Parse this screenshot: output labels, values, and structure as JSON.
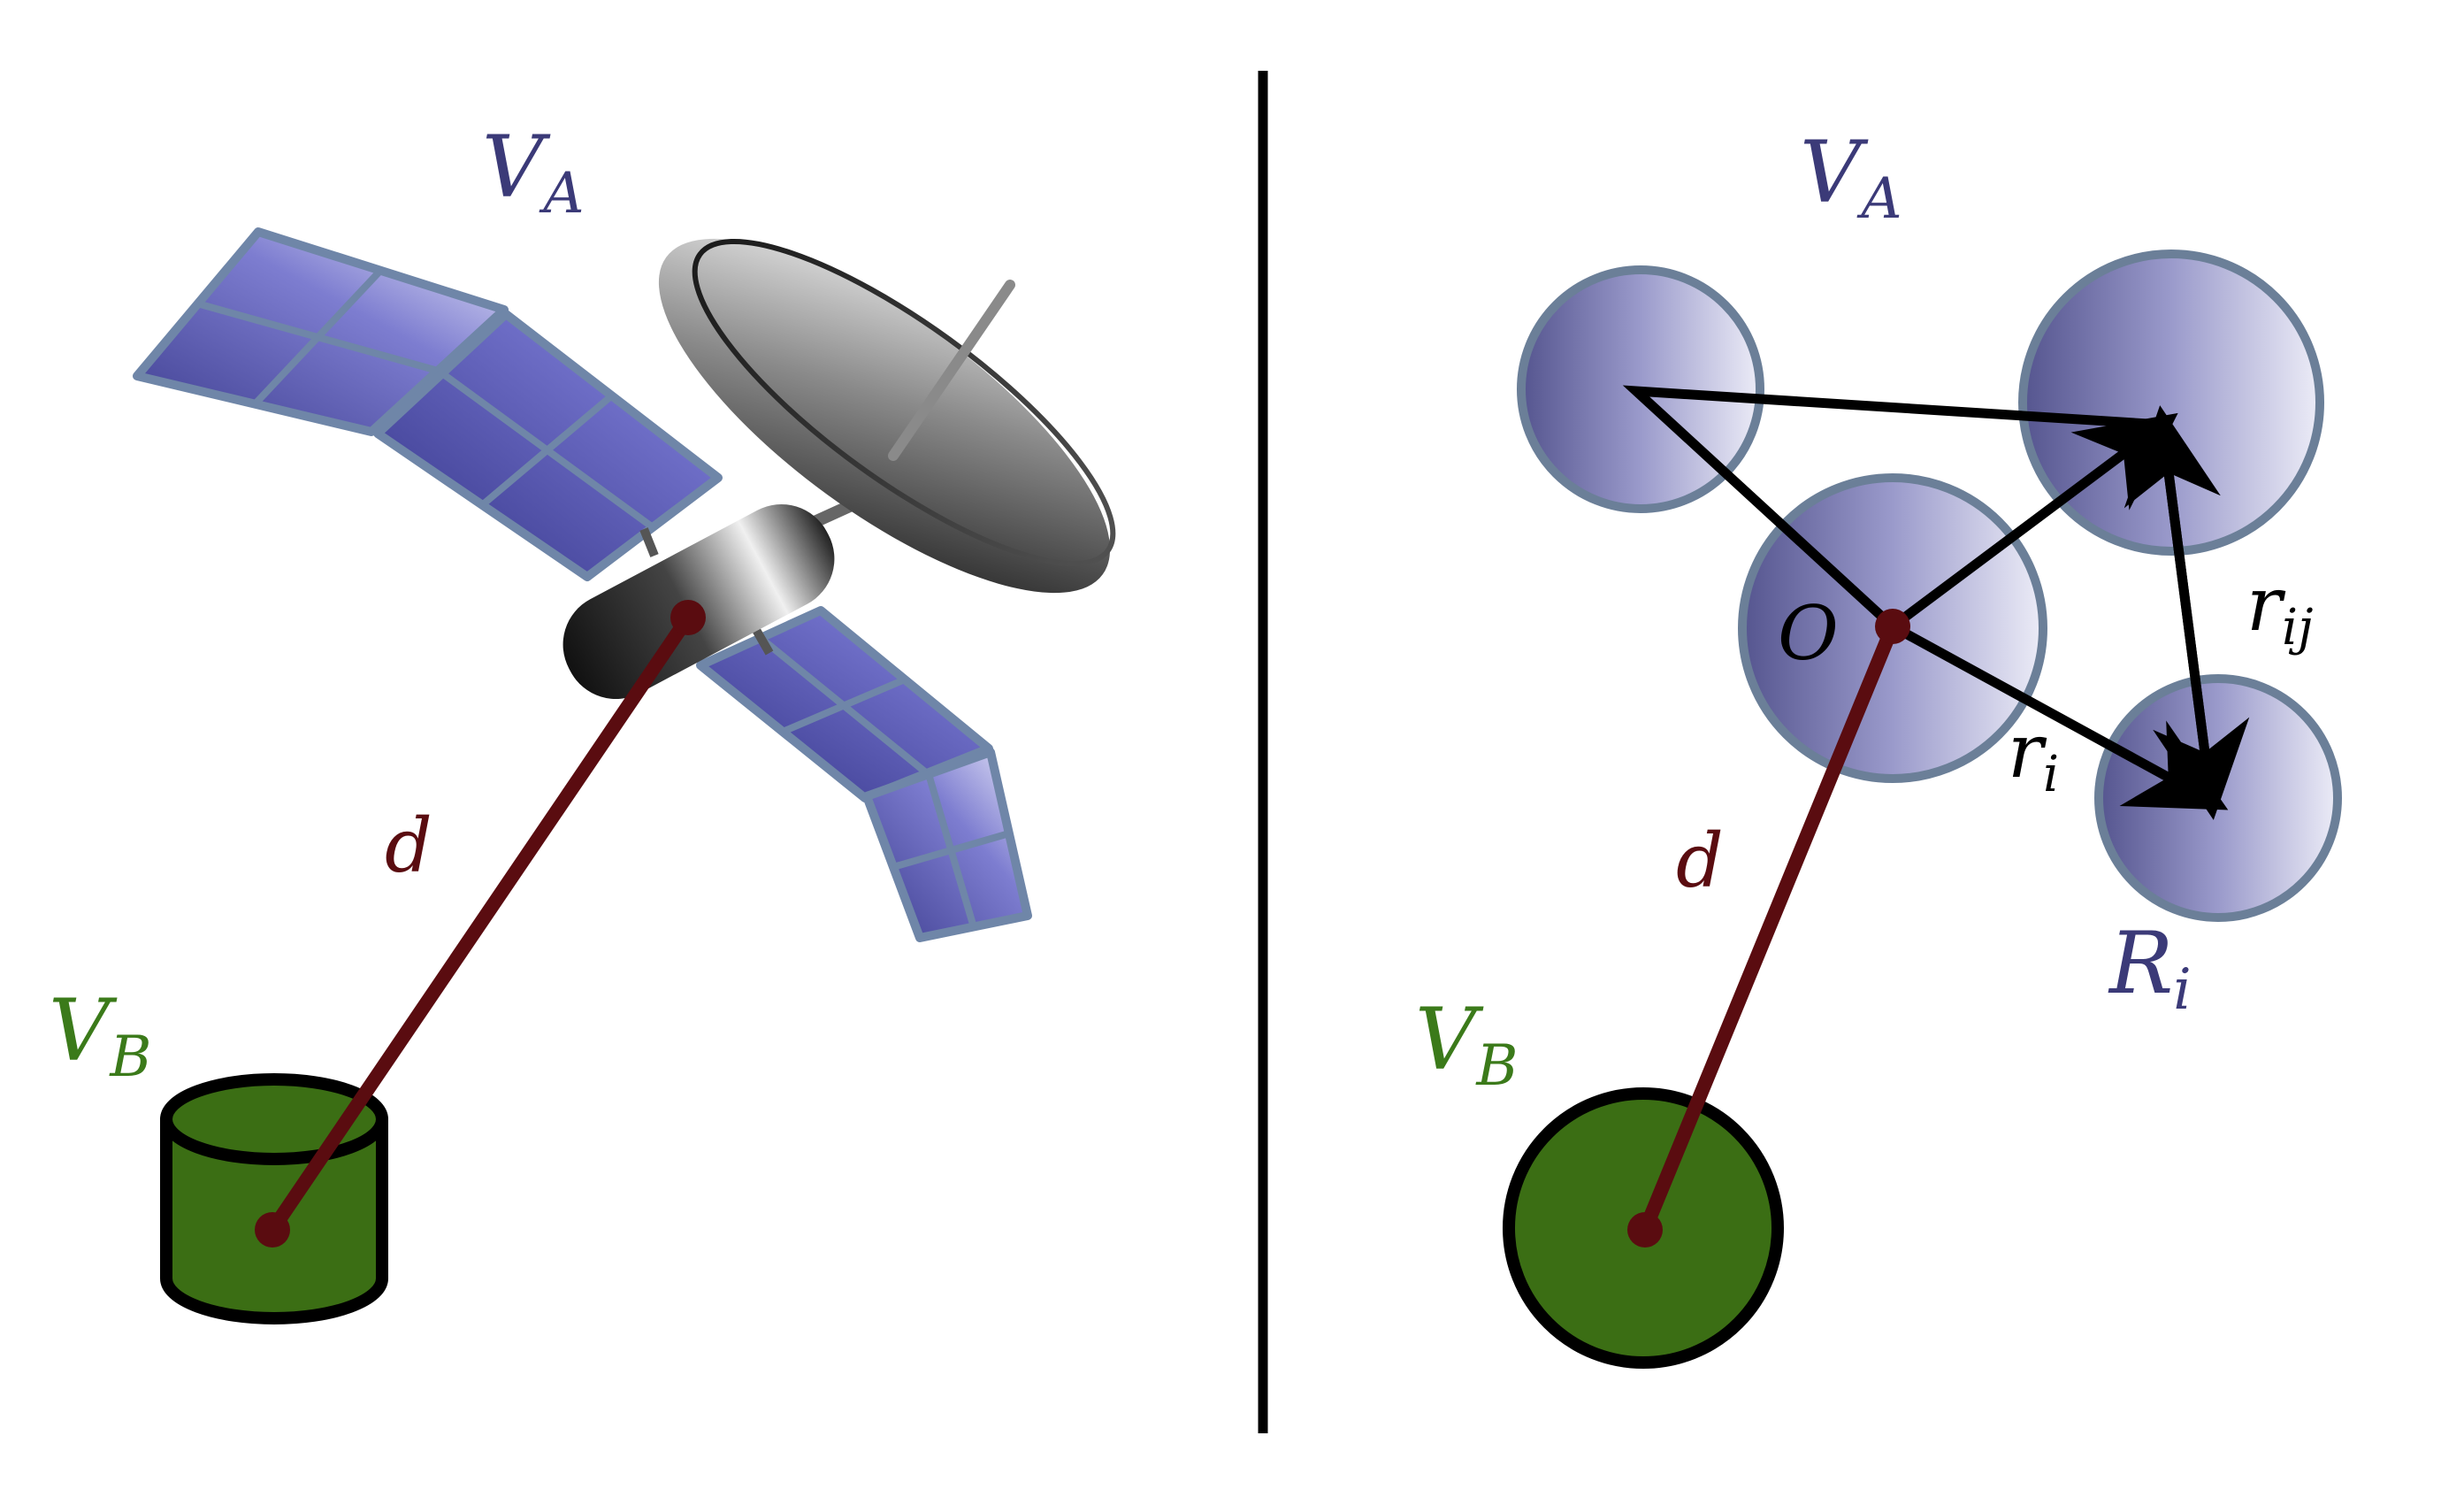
{
  "left_panel": {
    "label_va": {
      "main": "V",
      "sub": "A"
    },
    "label_vb": {
      "main": "V",
      "sub": "B"
    },
    "label_d": "d"
  },
  "right_panel": {
    "label_va": {
      "main": "V",
      "sub": "A"
    },
    "label_vb": {
      "main": "V",
      "sub": "B"
    },
    "label_d": "d",
    "label_o": "O",
    "label_ri": {
      "main": "r",
      "sub": "i"
    },
    "label_rij": {
      "main": "r",
      "sub": "ij"
    },
    "label_Ri": {
      "main": "R",
      "sub": "i"
    }
  },
  "colors": {
    "va_label": "#3b3a78",
    "vb_fill": "#3b6e14",
    "vb_label": "#3b7a1a",
    "distance_line": "#5a0c10",
    "sphere_fill": "#8f8fc8",
    "sphere_stroke": "#6b7f98",
    "arrow": "#000000",
    "divider": "#000000"
  },
  "icons": [
    "satellite-icon",
    "solar-panel-icon",
    "antenna-dish-icon",
    "cylinder-icon"
  ]
}
